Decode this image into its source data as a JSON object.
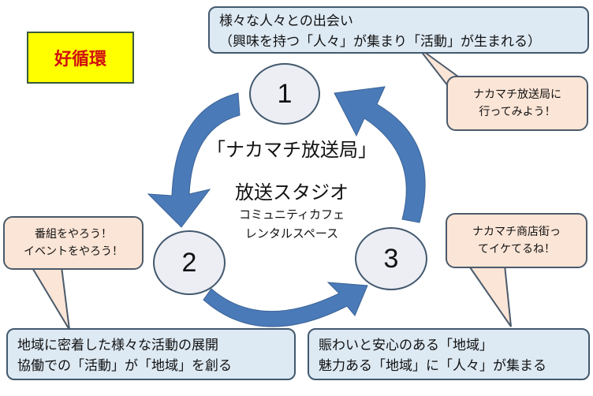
{
  "title": "好循環",
  "colors": {
    "title_bg": "#ffff00",
    "title_text": "#d01010",
    "arrow": "#4a7ab8",
    "info_bg": "#dde9f3",
    "speech_bg": "#fbe5d6",
    "circle_bg": "#eceef4"
  },
  "center": {
    "name": "「ナカマチ放送局」",
    "subtitle": "放送スタジオ",
    "lines": [
      "コミュニティカフェ",
      "レンタルスペース"
    ]
  },
  "steps": [
    {
      "number": "1",
      "info": [
        "様々な人々との出会い",
        "（興味を持つ「人々」が集まり「活動」が生まれる）"
      ],
      "speech": [
        "ナカマチ放送局に",
        "行ってみよう！"
      ]
    },
    {
      "number": "2",
      "info": [
        "地域に密着した様々な活動の展開",
        "協働での「活動」が「地域」を創る"
      ],
      "speech": [
        "番組をやろう！",
        "イベントをやろう！"
      ]
    },
    {
      "number": "3",
      "info": [
        "賑わいと安心のある「地域」",
        "魅力ある「地域」に「人々」が集まる"
      ],
      "speech": [
        "ナカマチ商店街っ",
        "てイケてるね！"
      ]
    }
  ]
}
